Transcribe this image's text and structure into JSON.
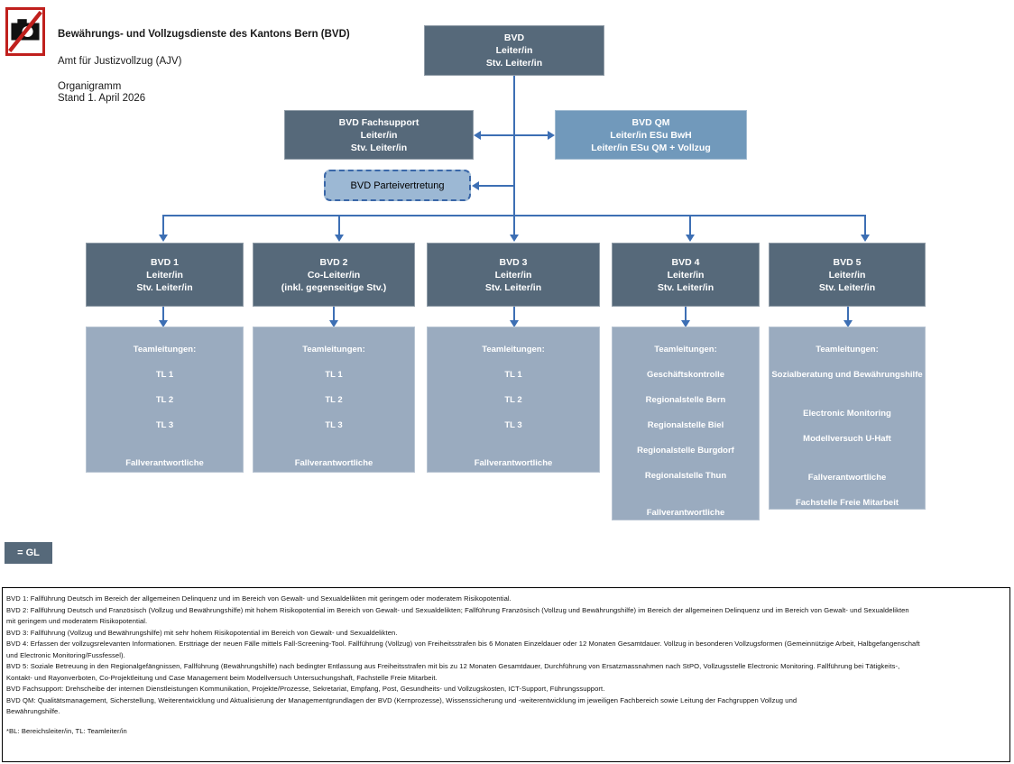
{
  "header": {
    "icon": "no-camera-icon",
    "title": "Bewährungs- und Vollzugsdienste des Kantons Bern (BVD)",
    "subtitle": "Amt für Justizvollzug (AJV)",
    "doc_type": "Organigramm",
    "doc_date": "Stand 1. April 2026"
  },
  "colors": {
    "dark_box": "#56697a",
    "mid_box": "#7199bb",
    "pale_box": "#9aabbf",
    "connector": "#3d6fb4",
    "dashed_border": "#3a67a8",
    "dashed_fill": "#9cb8d4",
    "icon_border": "#c0201d"
  },
  "chart": {
    "root": {
      "lines": [
        "BVD",
        "Leiter/in",
        "Stv. Leiter/in"
      ]
    },
    "fachsupport": {
      "lines": [
        "BVD Fachsupport",
        "Leiter/in",
        "Stv. Leiter/in"
      ]
    },
    "qm": {
      "lines": [
        "BVD QM",
        "Leiter/in ESu BwH",
        "Leiter/in ESu QM + Vollzug"
      ]
    },
    "parteivertretung": {
      "label": "BVD Parteivertretung"
    },
    "units": [
      {
        "id": "bvd1",
        "head_lines": [
          "BVD 1",
          "Leiter/in",
          "Stv. Leiter/in"
        ],
        "team_title": "Teamleitungen:",
        "team_items": [
          "TL 1",
          "TL 2",
          "TL 3"
        ],
        "team_footer": "Fallverantwortliche"
      },
      {
        "id": "bvd2",
        "head_lines": [
          "BVD 2",
          "Co-Leiter/in",
          "(inkl. gegenseitige Stv.)"
        ],
        "team_title": "Teamleitungen:",
        "team_items": [
          "TL 1",
          "TL 2",
          "TL 3"
        ],
        "team_footer": "Fallverantwortliche"
      },
      {
        "id": "bvd3",
        "head_lines": [
          "BVD 3",
          "Leiter/in",
          "Stv. Leiter/in"
        ],
        "team_title": "Teamleitungen:",
        "team_items": [
          "TL 1",
          "TL 2",
          "TL 3"
        ],
        "team_footer": "Fallverantwortliche"
      },
      {
        "id": "bvd4",
        "head_lines": [
          "BVD 4",
          "Leiter/in",
          "Stv. Leiter/in"
        ],
        "team_title": "Teamleitungen:",
        "team_items": [
          "Geschäftskontrolle",
          "Regionalstelle Bern",
          "Regionalstelle Biel",
          "Regionalstelle Burgdorf",
          "Regionalstelle Thun"
        ],
        "team_footer": "Fallverantwortliche"
      },
      {
        "id": "bvd5",
        "head_lines": [
          "BVD 5",
          "Leiter/in",
          "Stv. Leiter/in"
        ],
        "team_title": "Teamleitungen:",
        "team_items": [
          "Sozialberatung und Bewährungshilfe",
          "Electronic Monitoring",
          "Modellversuch U-Haft"
        ],
        "team_footer": "Fallverantwortliche",
        "team_footer2": "Fachstelle Freie Mitarbeit"
      }
    ]
  },
  "legend": {
    "label": "= GL"
  },
  "notes": [
    "BVD 1: Fallführung Deutsch im Bereich der allgemeinen Delinquenz und im Bereich von Gewalt- und Sexualdelikten mit geringem oder moderatem Risikopotential.",
    "BVD 2: Fallführung Deutsch und Französisch (Vollzug und Bewährungshilfe) mit hohem Risikopotential im Bereich von Gewalt- und Sexualdelikten; Fallführung Französisch (Vollzug und Bewährungshilfe) im Bereich der allgemeinen Delinquenz und im Bereich von Gewalt- und Sexualdelikten",
    "mit geringem und moderatem Risikopotential.",
    "BVD 3:  Fallführung (Vollzug und Bewährungshilfe) mit sehr hohem Risikopotential im Bereich von Gewalt- und Sexualdelikten.",
    "BVD 4: Erfassen der vollzugsrelevanten Informationen. Ersttriage der neuen Fälle mittels Fall-Screening-Tool. Fallführung (Vollzug) von Freiheitsstrafen bis 6 Monaten Einzeldauer oder 12 Monaten Gesamtdauer. Vollzug in besonderen Vollzugsformen (Gemeinnützige Arbeit, Halbgefangenschaft",
    "und Electronic Monitoring/Fussfessel).",
    "BVD 5: Soziale Betreuung in den Regionalgefängnissen, Fallführung (Bewährungshilfe) nach bedingter Entlassung aus Freiheitsstrafen mit bis zu 12 Monaten Gesamtdauer, Durchführung von Ersatzmassnahmen nach StPO, Vollzugsstelle Electronic Monitoring. Fallführung bei Tätigkeits-,",
    "Kontakt- und Rayonverboten, Co-Projektleitung und Case Management beim Modellversuch Untersuchungshaft, Fachstelle Freie Mitarbeit.",
    "BVD Fachsupport:  Drehscheibe der internen Dienstleistungen Kommunikation, Projekte/Prozesse, Sekretariat, Empfang, Post, Gesundheits- und Vollzugskosten, ICT-Support, Führungssupport.",
    "BVD QM: Qualitätsmanagement, Sicherstellung, Weiterentwicklung und Aktualisierung der Managementgrundlagen der BVD (Kernprozesse), Wissenssicherung und -weiterentwicklung im jeweiligen Fachbereich sowie Leitung der Fachgruppen Vollzug und",
    "Bewährungshilfe."
  ],
  "footnote_abbr": "*BL: Bereichsleiter/in, TL: Teamleiter/in"
}
